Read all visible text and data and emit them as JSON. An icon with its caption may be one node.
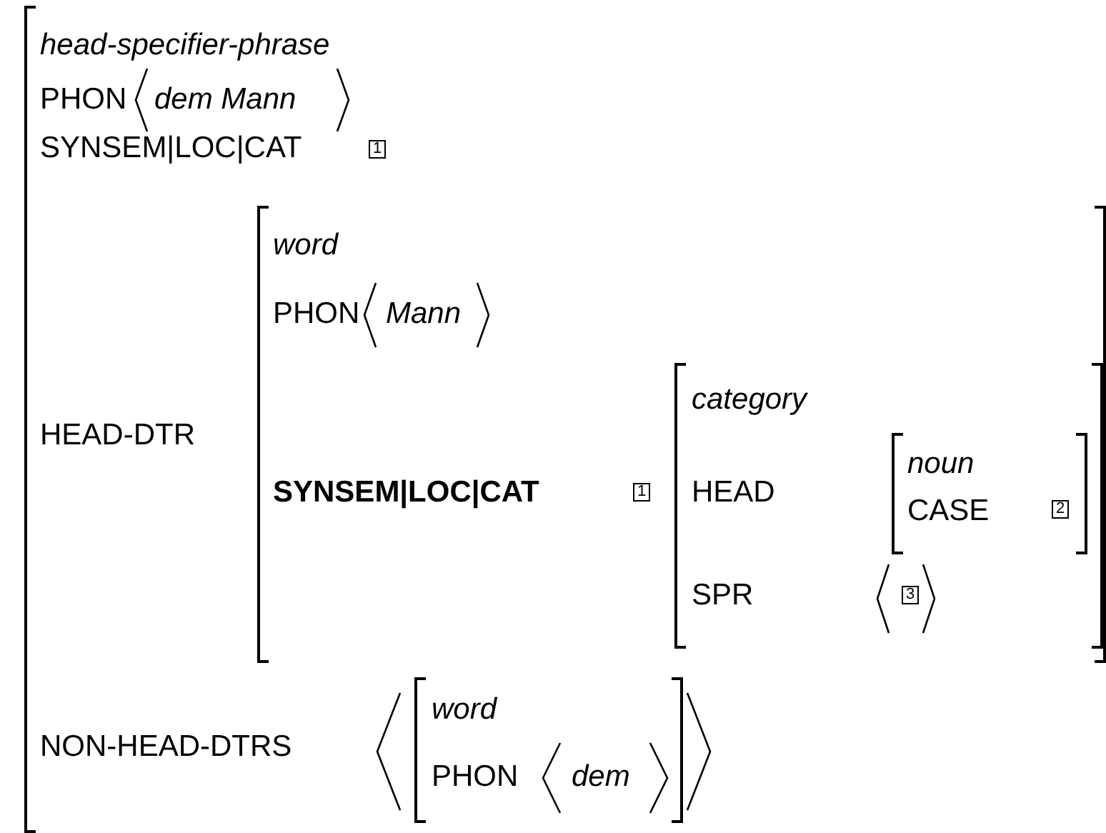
{
  "diagram": {
    "nodes": [
      {
        "text": [
          "head-specifier-phrase",
          "PHON",
          "dem Mann",
          "SYNSEM|LOC|CAT",
          "1",
          "HEAD-DTR",
          "NON-HEAD-DTRS"
        ]
      },
      {
        "text": [
          "word",
          "PHON",
          "Mann",
          "SYNSEM|LOC|CAT",
          "1"
        ],
        "in": 0
      },
      {
        "text": [
          "category",
          "HEAD",
          "SPR",
          "3"
        ],
        "in": 1
      },
      {
        "text": [
          "noun",
          "CASE",
          "2"
        ],
        "in": 2
      },
      {
        "text": [
          "word",
          "PHON",
          "dem"
        ],
        "in": 0
      }
    ]
  }
}
